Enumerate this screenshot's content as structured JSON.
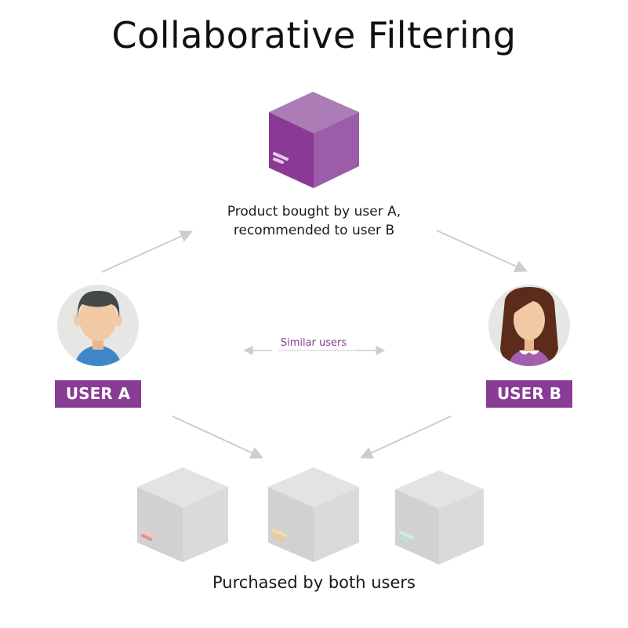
{
  "title": "Collaborative Filtering",
  "top_caption": {
    "line1": "Product bought by user A,",
    "line2": "recommended to user B"
  },
  "middle_label": "Similar users",
  "bottom_caption": "Purchased by both users",
  "users": [
    {
      "label": "USER A",
      "avatar": "male-avatar-icon"
    },
    {
      "label": "USER B",
      "avatar": "female-avatar-icon"
    }
  ],
  "colors": {
    "accent_purple": "#883c95",
    "product_purple_front": "#8a3a95",
    "product_purple_side": "#9c5ca7",
    "product_purple_top": "#ab7cb5",
    "gray_box": "#d3d3d3",
    "arrow_gray": "#cdcdcd",
    "avatar_bg": "#e6e7e5",
    "user_a_shirt": "#3f86c9",
    "user_b_dress": "#a45eae",
    "skin": "#f1c9a4"
  }
}
